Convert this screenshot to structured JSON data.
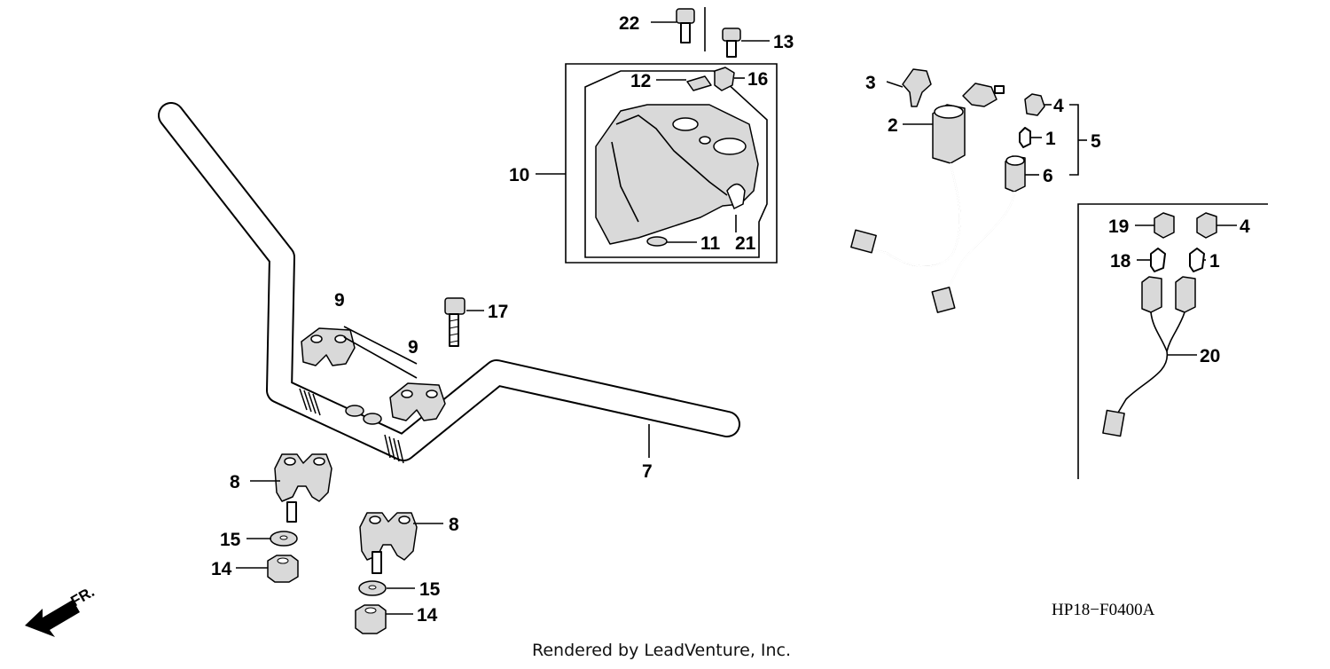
{
  "callouts": {
    "c22": "22",
    "c13": "13",
    "c12": "12",
    "c16": "16",
    "c10": "10",
    "c11": "11",
    "c21": "21",
    "c3": "3",
    "c2": "2",
    "c4a": "4",
    "c1a": "1",
    "c5": "5",
    "c6": "6",
    "c19": "19",
    "c4b": "4",
    "c18": "18",
    "c1b": "1",
    "c20": "20",
    "c9a": "9",
    "c9b": "9",
    "c17": "17",
    "c7": "7",
    "c8a": "8",
    "c8b": "8",
    "c15a": "15",
    "c15b": "15",
    "c14a": "14",
    "c14b": "14"
  },
  "diagram_code": "HP18−F0400A",
  "credit": "Rendered by LeadVenture, Inc.",
  "front_marker": "FR.",
  "icons": {
    "front": "arrow-front-icon"
  }
}
